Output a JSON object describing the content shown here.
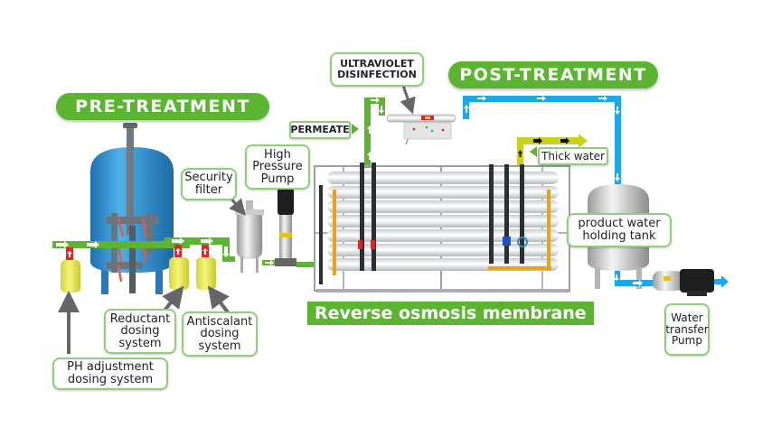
{
  "sections": {
    "pre_treatment": "PRE-TREATMENT",
    "post_treatment": "POST-TREATMENT"
  },
  "labels": {
    "ultraviolet": "ULTRAVIOLET\nDISINFECTION",
    "permeate": "PERMEATE",
    "high_pressure_pump": "High\nPressure\nPump",
    "security_filter": "Security\nfilter",
    "thick_water": "Thick water",
    "product_tank": "product water\nholding tank",
    "ph_dosing": "PH adjustment\ndosing system",
    "reductant_dosing": "Reductant\ndosing\nsystem",
    "antiscalant_dosing": "Antiscalant\ndosing\nsystem",
    "ro_membrane": "Reverse osmosis membrane",
    "transfer_pump": "Water\ntransfer\nPump"
  },
  "colors": {
    "green": "#5cb531",
    "blue": "#1aa8e8",
    "yellow_green": "#c8d21e",
    "red": "#e8252a",
    "tank_blue": "#2e8fd0",
    "dosing_yellow": "#e8e85a",
    "callout_border": "#8fcf7a"
  }
}
